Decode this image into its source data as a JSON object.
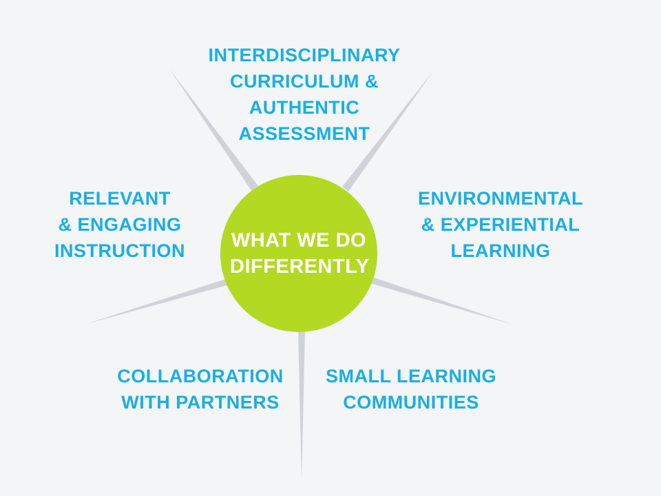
{
  "colors": {
    "background": "#f3f5f7",
    "hub": "#b3d922",
    "label": "#19aee4",
    "spoke": "#cfd3d8",
    "hub_text": "#ffffff"
  },
  "hub": {
    "label": "WHAT WE DO\nDIFFERENTLY"
  },
  "nodes": [
    {
      "id": "top",
      "label": "INTERDISCIPLINARY\nCURRICULUM &\nAUTHENTIC\nASSESSMENT"
    },
    {
      "id": "left",
      "label": "RELEVANT\n& ENGAGING\nINSTRUCTION"
    },
    {
      "id": "right",
      "label": "ENVIRONMENTAL\n& EXPERIENTIAL\nLEARNING"
    },
    {
      "id": "bottom-left",
      "label": "COLLABORATION\nWITH PARTNERS"
    },
    {
      "id": "bottom-right",
      "label": "SMALL LEARNING\nCOMMUNITIES"
    }
  ]
}
